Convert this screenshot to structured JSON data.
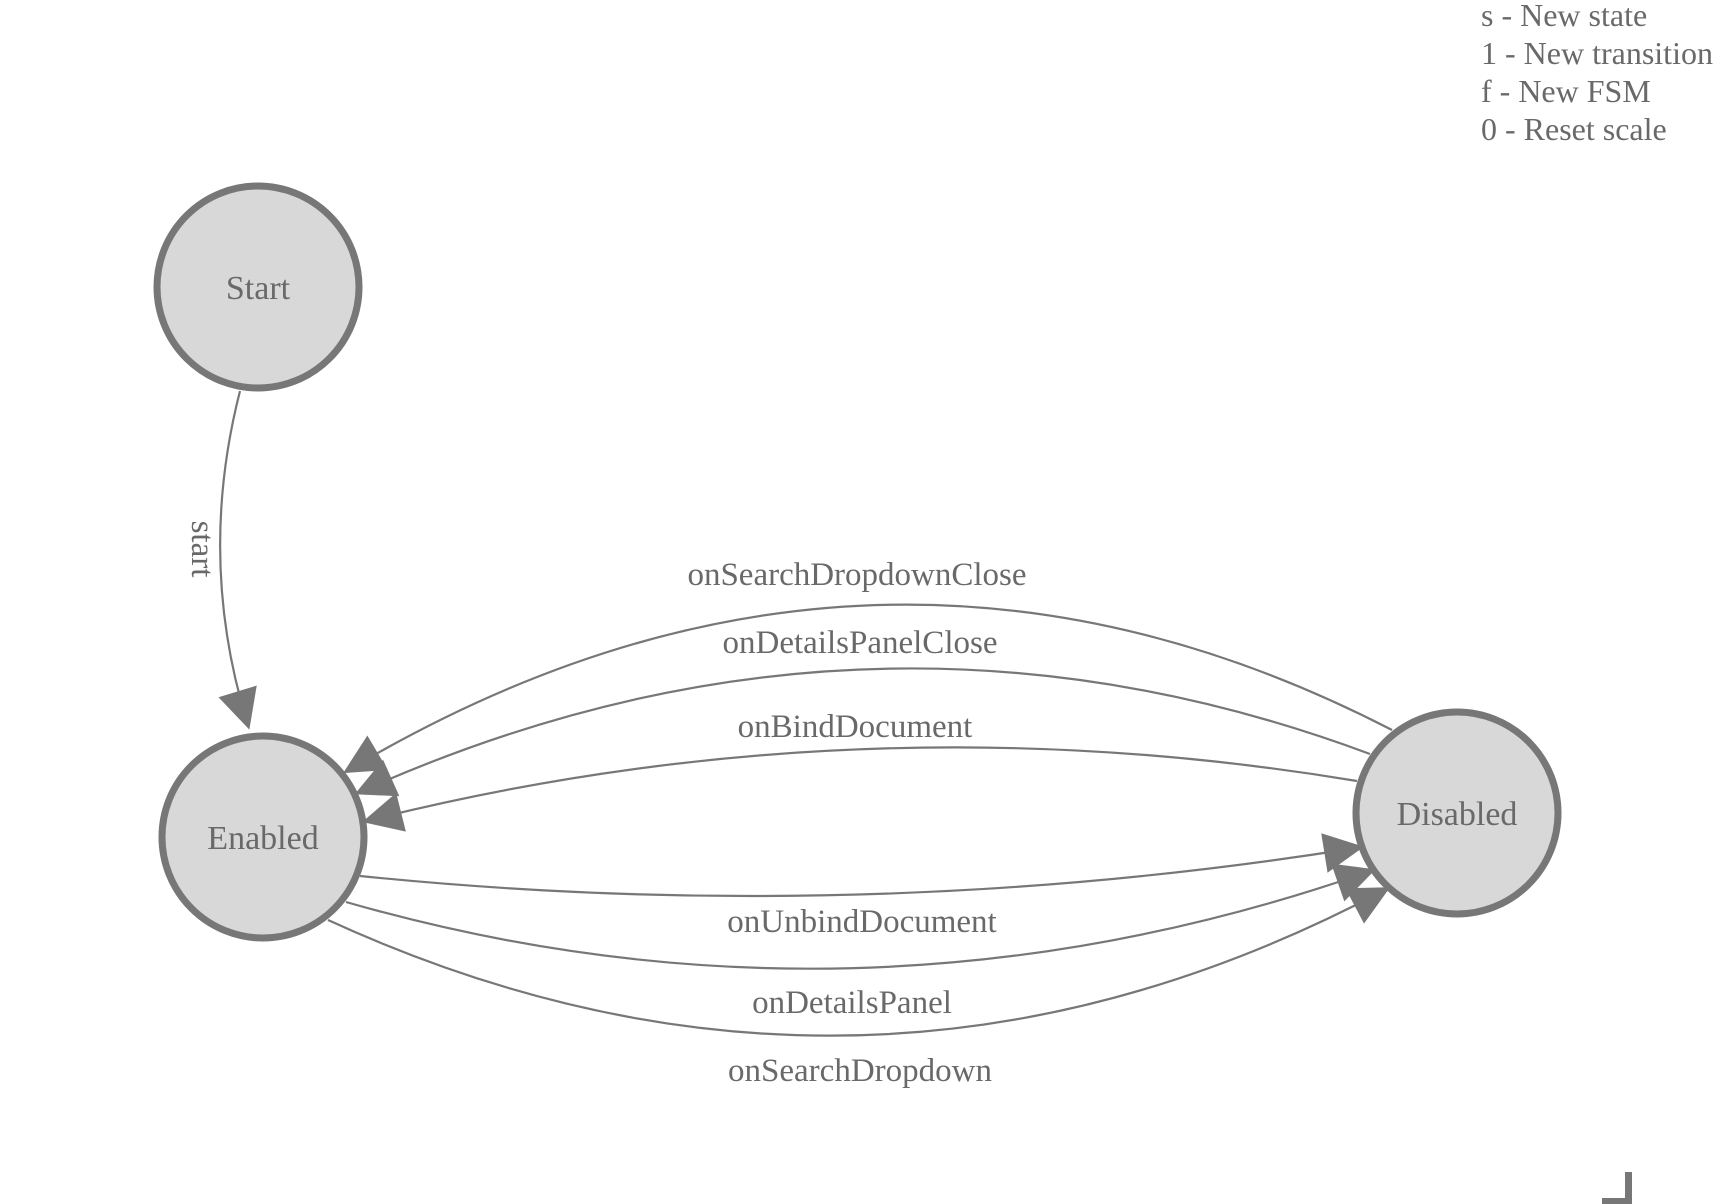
{
  "legend": {
    "lines": [
      "s - New state",
      "1 - New transition",
      "f - New FSM",
      "0 - Reset scale"
    ]
  },
  "states": [
    {
      "id": "start",
      "label": "Start"
    },
    {
      "id": "enabled",
      "label": "Enabled"
    },
    {
      "id": "disabled",
      "label": "Disabled"
    }
  ],
  "transitions": [
    {
      "from": "start",
      "to": "enabled",
      "label": "start"
    },
    {
      "from": "disabled",
      "to": "enabled",
      "label": "onSearchDropdownClose"
    },
    {
      "from": "disabled",
      "to": "enabled",
      "label": "onDetailsPanelClose"
    },
    {
      "from": "disabled",
      "to": "enabled",
      "label": "onBindDocument"
    },
    {
      "from": "enabled",
      "to": "disabled",
      "label": "onUnbindDocument"
    },
    {
      "from": "enabled",
      "to": "disabled",
      "label": "onDetailsPanel"
    },
    {
      "from": "enabled",
      "to": "disabled",
      "label": "onSearchDropdown"
    }
  ],
  "colors": {
    "node_fill": "#d8d8d8",
    "node_stroke": "#777777",
    "edge": "#777777",
    "text": "#696969",
    "background": "#ffffff"
  }
}
